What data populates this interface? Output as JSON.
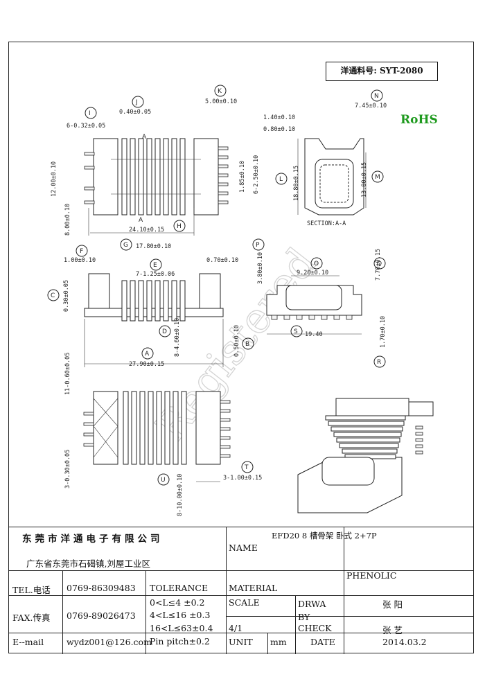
{
  "header": {
    "part_number": "洋通料号: SYT-2080",
    "rohs": "RoHS"
  },
  "watermark": "Registered",
  "dims": {
    "I": "6-0.32±0.05",
    "J": "0.40±0.05",
    "K": "5.00±0.10",
    "H": "24.10±0.15",
    "side_12": "12.00±0.10",
    "side_8": "8.00±0.10",
    "pin_185": "1.85±0.10",
    "pin_250": "6-2.50±0.10",
    "N": "7.45±0.10",
    "n140": "1.40±0.10",
    "n080": "0.80±0.10",
    "L": "18.80±0.15",
    "M": "13.00±0.15",
    "section": "SECTION:A-A",
    "F": "1.00±0.10",
    "G": "17.80±0.10",
    "E": "7-1.25±0.06",
    "f070": "0.70±0.10",
    "C": "0.30±0.05",
    "D": "8-4.60±0.10",
    "A": "27.90±0.15",
    "B": "0.50±0.10",
    "P": "3.80±0.10",
    "O": "9.20±0.10",
    "Q": "7.70±0.15",
    "S": "19.40",
    "R": "1.70±0.10",
    "b11": "11-0.60±0.05",
    "b3": "3-0.30±0.05",
    "U": "8-10.00±0.10",
    "T": "3-1.00±0.15"
  },
  "title_block": {
    "company": "东莞市洋通电子有限公司",
    "address": "广东省东莞市石碣镇,刘屋工业区",
    "tel_label": "TEL.电话",
    "tel": "0769-86309483",
    "fax_label": "FAX.传真",
    "fax": "0769-89026473",
    "email_label": "E--mail",
    "email": "wydz001@126.com",
    "name_label": "NAME",
    "name": "EFD20 8 槽骨架 卧式 2+7P",
    "tolerance_label": "TOLERANCE",
    "tol1": "0<L≤4   ±0.2",
    "tol2": "4<L≤16  ±0.3",
    "tol3": "16<L≤63±0.4",
    "pin_pitch": "Pin pitch±0.2",
    "material_label": "MATERIAL",
    "material": "PHENOLIC",
    "scale_label": "SCALE",
    "scale": "4/1",
    "unit_label": "UNIT",
    "unit": "mm",
    "draw_label": "DRWA BY",
    "draw": "张 阳",
    "check_label": "CHECK",
    "check": "张 艺",
    "date_label": "DATE",
    "date": "2014.03.2"
  }
}
